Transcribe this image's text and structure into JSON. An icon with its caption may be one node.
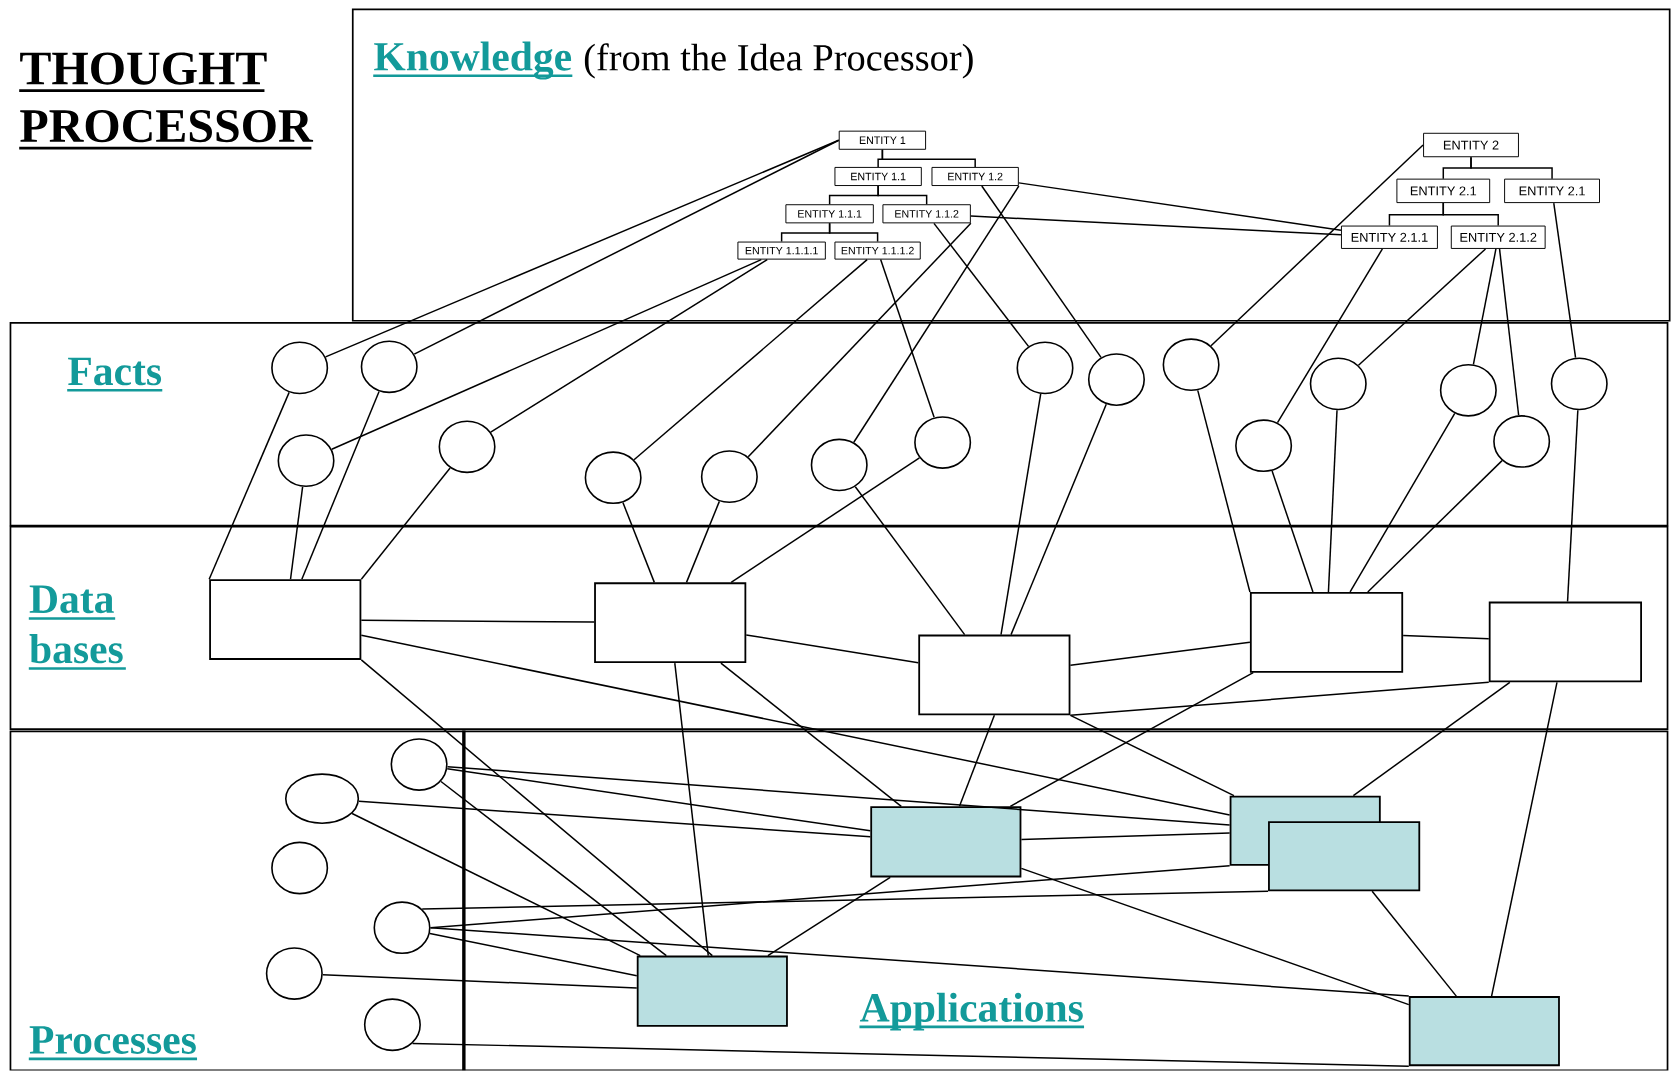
{
  "diagram": {
    "title": "THOUGHT PROCESSOR",
    "nodes": [
      {
        "text": [
          "Knowledge",
          "(from the Idea Processor)"
        ]
      },
      {
        "text": [
          "ENTITY 1"
        ],
        "in": 0
      },
      {
        "text": [
          "ENTITY 1.1"
        ],
        "in": 0
      },
      {
        "text": [
          "ENTITY 1.2"
        ],
        "in": 0
      },
      {
        "text": [
          "ENTITY 1.1.1"
        ],
        "in": 0
      },
      {
        "text": [
          "ENTITY 1.1.2"
        ],
        "in": 0
      },
      {
        "text": [
          "ENTITY 1.1.1.1"
        ],
        "in": 0
      },
      {
        "text": [
          "ENTITY 1.1.1.2"
        ],
        "in": 0
      },
      {
        "text": [
          "ENTITY 2"
        ],
        "in": 0
      },
      {
        "text": [
          "ENTITY 2.1"
        ],
        "in": 0
      },
      {
        "text": [
          "ENTITY 2.1"
        ],
        "in": 0
      },
      {
        "text": [
          "ENTITY 2.1.1"
        ],
        "in": 0
      },
      {
        "text": [
          "ENTITY 2.1.2"
        ],
        "in": 0
      },
      {
        "text": [
          "Facts"
        ]
      },
      {
        "text": [],
        "shape": "circle",
        "in": 13
      },
      {
        "text": [],
        "shape": "circle",
        "in": 13
      },
      {
        "text": [],
        "shape": "circle",
        "in": 13
      },
      {
        "text": [],
        "shape": "circle",
        "in": 13
      },
      {
        "text": [],
        "shape": "circle",
        "in": 13
      },
      {
        "text": [],
        "shape": "circle",
        "in": 13
      },
      {
        "text": [],
        "shape": "circle",
        "in": 13
      },
      {
        "text": [],
        "shape": "circle",
        "in": 13
      },
      {
        "text": [],
        "shape": "circle",
        "in": 13
      },
      {
        "text": [],
        "shape": "circle",
        "in": 13
      },
      {
        "text": [],
        "shape": "circle",
        "in": 13
      },
      {
        "text": [],
        "shape": "circle",
        "in": 13
      },
      {
        "text": [],
        "shape": "circle",
        "in": 13
      },
      {
        "text": [],
        "shape": "circle",
        "in": 13
      },
      {
        "text": [],
        "shape": "circle",
        "in": 13
      },
      {
        "text": [],
        "shape": "circle",
        "in": 13
      },
      {
        "text": [
          "Data bases"
        ]
      },
      {
        "text": [],
        "shape": "box",
        "in": 30
      },
      {
        "text": [],
        "shape": "box",
        "in": 30
      },
      {
        "text": [],
        "shape": "box",
        "in": 30
      },
      {
        "text": [],
        "shape": "box",
        "in": 30
      },
      {
        "text": [],
        "shape": "box",
        "in": 30
      },
      {
        "text": [
          "Processes"
        ]
      },
      {
        "text": [],
        "shape": "circle",
        "in": 36
      },
      {
        "text": [],
        "shape": "circle",
        "in": 36
      },
      {
        "text": [],
        "shape": "circle",
        "in": 36
      },
      {
        "text": [],
        "shape": "circle",
        "in": 36
      },
      {
        "text": [],
        "shape": "circle",
        "in": 36
      },
      {
        "text": [],
        "shape": "circle",
        "in": 36
      },
      {
        "text": [],
        "shape": "box",
        "in": 36
      },
      {
        "text": [],
        "shape": "box",
        "in": 36
      },
      {
        "text": [],
        "shape": "box",
        "in": 36
      },
      {
        "text": [],
        "shape": "box",
        "in": 36
      },
      {
        "text": [],
        "shape": "box",
        "in": 36
      }
    ],
    "edges": [
      {
        "from": 1,
        "to": 2,
        "arrow": "none"
      },
      {
        "from": 1,
        "to": 3,
        "arrow": "none"
      },
      {
        "from": 2,
        "to": 4,
        "arrow": "none"
      },
      {
        "from": 2,
        "to": 5,
        "arrow": "none"
      },
      {
        "from": 4,
        "to": 6,
        "arrow": "none"
      },
      {
        "from": 4,
        "to": 7,
        "arrow": "none"
      },
      {
        "from": 8,
        "to": 9,
        "arrow": "none"
      },
      {
        "from": 8,
        "to": 10,
        "arrow": "none"
      },
      {
        "from": 9,
        "to": 11,
        "arrow": "none"
      },
      {
        "from": 9,
        "to": 12,
        "arrow": "none"
      },
      {
        "from": 1,
        "to": 14,
        "arrow": "none"
      },
      {
        "from": 1,
        "to": 16,
        "arrow": "none"
      },
      {
        "from": 6,
        "to": 15,
        "arrow": "none"
      },
      {
        "from": 6,
        "to": 17,
        "arrow": "none"
      },
      {
        "from": 7,
        "to": 18,
        "arrow": "none"
      },
      {
        "from": 7,
        "to": 21,
        "arrow": "none"
      },
      {
        "from": 5,
        "to": 19,
        "arrow": "none"
      },
      {
        "from": 3,
        "to": 20,
        "arrow": "none"
      },
      {
        "from": 5,
        "to": 22,
        "arrow": "none"
      },
      {
        "from": 3,
        "to": 23,
        "arrow": "none"
      },
      {
        "from": 8,
        "to": 24,
        "arrow": "none"
      },
      {
        "from": 11,
        "to": 25,
        "arrow": "none"
      },
      {
        "from": 12,
        "to": 26,
        "arrow": "none"
      },
      {
        "from": 12,
        "to": 27,
        "arrow": "none"
      },
      {
        "from": 12,
        "to": 28,
        "arrow": "none"
      },
      {
        "from": 10,
        "to": 29,
        "arrow": "none"
      },
      {
        "from": 3,
        "to": 11,
        "arrow": "none"
      },
      {
        "from": 5,
        "to": 11,
        "arrow": "none"
      },
      {
        "from": 14,
        "to": 31,
        "arrow": "none"
      },
      {
        "from": 15,
        "to": 31,
        "arrow": "none"
      },
      {
        "from": 16,
        "to": 31,
        "arrow": "none"
      },
      {
        "from": 17,
        "to": 31,
        "arrow": "none"
      },
      {
        "from": 18,
        "to": 32,
        "arrow": "none"
      },
      {
        "from": 19,
        "to": 32,
        "arrow": "none"
      },
      {
        "from": 21,
        "to": 32,
        "arrow": "none"
      },
      {
        "from": 20,
        "to": 33,
        "arrow": "none"
      },
      {
        "from": 22,
        "to": 33,
        "arrow": "none"
      },
      {
        "from": 23,
        "to": 33,
        "arrow": "none"
      },
      {
        "from": 24,
        "to": 34,
        "arrow": "none"
      },
      {
        "from": 25,
        "to": 34,
        "arrow": "none"
      },
      {
        "from": 26,
        "to": 34,
        "arrow": "none"
      },
      {
        "from": 27,
        "to": 34,
        "arrow": "none"
      },
      {
        "from": 28,
        "to": 34,
        "arrow": "none"
      },
      {
        "from": 29,
        "to": 35,
        "arrow": "none"
      },
      {
        "from": 31,
        "to": 32,
        "arrow": "none"
      },
      {
        "from": 32,
        "to": 33,
        "arrow": "none"
      },
      {
        "from": 33,
        "to": 34,
        "arrow": "none"
      },
      {
        "from": 34,
        "to": 35,
        "arrow": "none"
      },
      {
        "from": 33,
        "to": 35,
        "arrow": "none"
      },
      {
        "from": 31,
        "to": 43,
        "arrow": "none"
      },
      {
        "from": 31,
        "to": 45,
        "arrow": "none"
      },
      {
        "from": 32,
        "to": 43,
        "arrow": "none"
      },
      {
        "from": 32,
        "to": 44,
        "arrow": "none"
      },
      {
        "from": 33,
        "to": 44,
        "arrow": "none"
      },
      {
        "from": 33,
        "to": 45,
        "arrow": "none"
      },
      {
        "from": 34,
        "to": 44,
        "arrow": "none"
      },
      {
        "from": 35,
        "to": 45,
        "arrow": "none"
      },
      {
        "from": 35,
        "to": 47,
        "arrow": "none"
      },
      {
        "from": 37,
        "to": 45,
        "arrow": "none"
      },
      {
        "from": 37,
        "to": 44,
        "arrow": "none"
      },
      {
        "from": 37,
        "to": 43,
        "arrow": "none"
      },
      {
        "from": 38,
        "to": 44,
        "arrow": "none"
      },
      {
        "from": 38,
        "to": 43,
        "arrow": "none"
      },
      {
        "from": 40,
        "to": 46,
        "arrow": "none"
      },
      {
        "from": 40,
        "to": 45,
        "arrow": "none"
      },
      {
        "from": 40,
        "to": 47,
        "arrow": "none"
      },
      {
        "from": 40,
        "to": 43,
        "arrow": "none"
      },
      {
        "from": 41,
        "to": 43,
        "arrow": "none"
      },
      {
        "from": 42,
        "to": 47,
        "arrow": "none"
      },
      {
        "from": 44,
        "to": 43,
        "arrow": "none"
      },
      {
        "from": 44,
        "to": 45,
        "arrow": "none"
      },
      {
        "from": 44,
        "to": 47,
        "arrow": "none"
      },
      {
        "from": 46,
        "to": 47,
        "arrow": "none"
      }
    ],
    "labels": [
      "Applications"
    ]
  }
}
